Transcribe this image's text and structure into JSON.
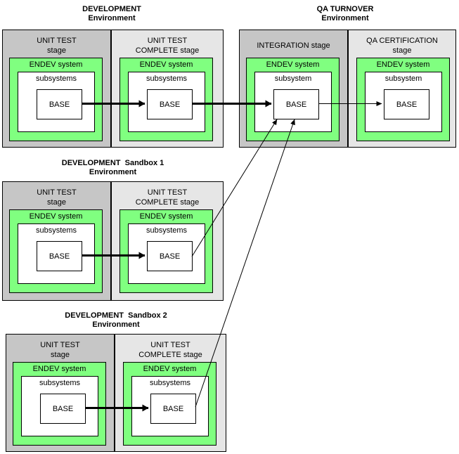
{
  "colors": {
    "endev-green": "#80ff80",
    "stage-dark": "#c6c6c6",
    "stage-light": "#e6e6e6",
    "box-border": "#000000",
    "arrow": "#000000",
    "background": "#ffffff"
  },
  "environments": [
    {
      "title_line1": "DEVELOPMENT",
      "title_line2": "Environment",
      "stages": [
        {
          "name_line1": "UNIT TEST",
          "name_line2": "stage",
          "system_label": "ENDEV system",
          "subsystem_label": "subsystems",
          "base_label": "BASE"
        },
        {
          "name_line1": "UNIT TEST",
          "name_line2": "COMPLETE stage",
          "system_label": "ENDEV system",
          "subsystem_label": "subsystems",
          "base_label": "BASE"
        }
      ]
    },
    {
      "title_line1": "QA TURNOVER",
      "title_line2": "Environment",
      "stages": [
        {
          "name_line1": "INTEGRATION stage",
          "name_line2": "",
          "system_label": "ENDEV system",
          "subsystem_label": "subsystem",
          "base_label": "BASE"
        },
        {
          "name_line1": "QA CERTIFICATION",
          "name_line2": "stage",
          "system_label": "ENDEV system",
          "subsystem_label": "subsystem",
          "base_label": "BASE"
        }
      ]
    },
    {
      "title_line1": "DEVELOPMENT  Sandbox 1",
      "title_line2": "Environment",
      "stages": [
        {
          "name_line1": "UNIT TEST",
          "name_line2": "stage",
          "system_label": "ENDEV system",
          "subsystem_label": "subsystems",
          "base_label": "BASE"
        },
        {
          "name_line1": "UNIT TEST",
          "name_line2": "COMPLETE stage",
          "system_label": "ENDEV system",
          "subsystem_label": "subsystems",
          "base_label": "BASE"
        }
      ]
    },
    {
      "title_line1": "DEVELOPMENT  Sandbox 2",
      "title_line2": "Environment",
      "stages": [
        {
          "name_line1": "UNIT TEST",
          "name_line2": "stage",
          "system_label": "ENDEV system",
          "subsystem_label": "subsystems",
          "base_label": "BASE"
        },
        {
          "name_line1": "UNIT TEST",
          "name_line2": "COMPLETE stage",
          "system_label": "ENDEV system",
          "subsystem_label": "subsystems",
          "base_label": "BASE"
        }
      ]
    }
  ]
}
